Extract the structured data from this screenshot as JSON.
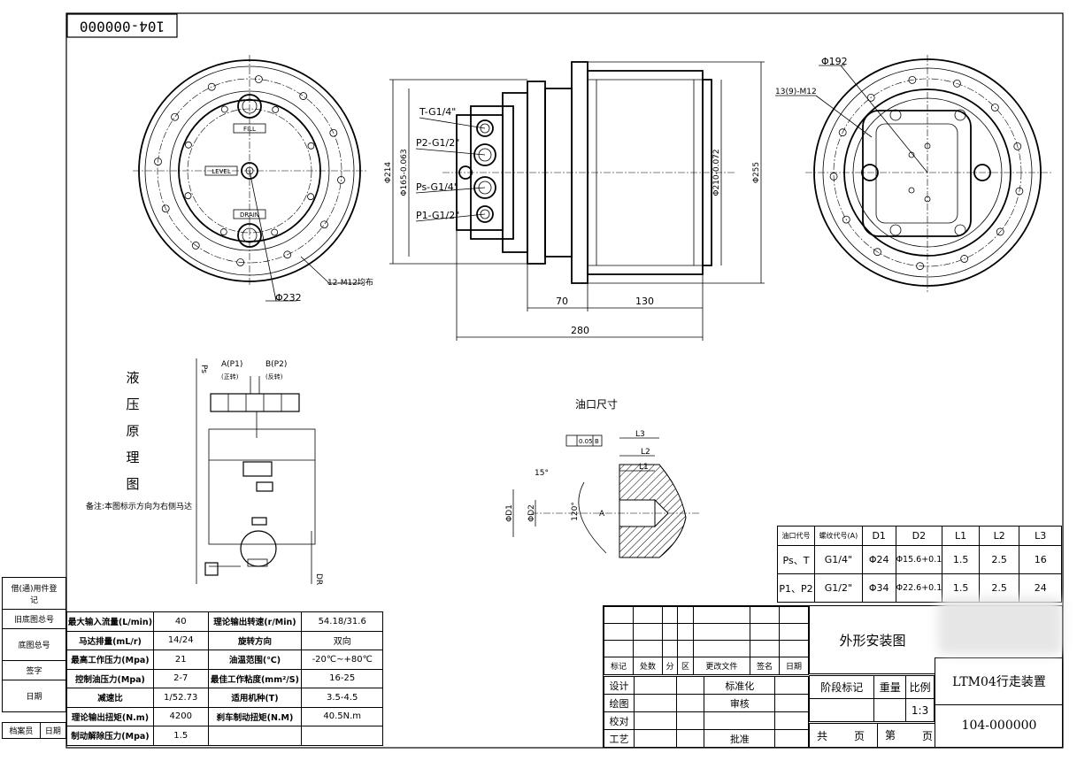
{
  "drawing_no_box": "104-000000",
  "labels": {
    "fill": "FILL",
    "level": "LEVEL",
    "drain": "DRAIN",
    "dia232": "Φ232",
    "bolt12": "12-M12均布",
    "port_t": "T-G1/4\"",
    "port_p2": "P2-G1/2\"",
    "port_ps": "Ps-G1/4\"",
    "port_p1": "P1-G1/2\"",
    "dia214": "Φ214",
    "dia165": "Φ165-0.063",
    "dia210": "Φ210-0.072",
    "dia255": "Φ255",
    "dim70": "70",
    "dim130": "130",
    "dim280": "280",
    "dia192": "Φ192",
    "bolt13": "13(9)-M12",
    "hyd_title": [
      "液",
      "压",
      "原",
      "理",
      "图"
    ],
    "hyd_note": "备注:本图标示方向为右侧马达",
    "hyd_ps": "Ps",
    "hyd_a": "A(P1)",
    "hyd_b": "B(P2)",
    "hyd_forward": "(正转)",
    "hyd_reverse": "(反转)",
    "hyd_dr": "DR",
    "port_title": "油口尺寸",
    "l1": "L1",
    "l2": "L2",
    "l3": "L3",
    "d1": "ΦD1",
    "d2": "ΦD2",
    "angle15": "15°",
    "angle120": "120°",
    "tol": "0.05",
    "datum": "B",
    "letter_a": "A"
  },
  "left_block": [
    "借(通)用件登记",
    "旧底图总号",
    "底图总号",
    "签字",
    "日期",
    "档案员",
    "日期"
  ],
  "spec_table": [
    [
      "最大输入流量(L/min)",
      "40",
      "理论输出转速(r/Min)",
      "54.18/31.6"
    ],
    [
      "马达排量(mL/r)",
      "14/24",
      "旋转方向",
      "双向"
    ],
    [
      "最高工作压力(Mpa)",
      "21",
      "油温范围(℃)",
      "-20℃~+80℃"
    ],
    [
      "控制油压力(Mpa)",
      "2-7",
      "最佳工作粘度(mm²/S)",
      "16-25"
    ],
    [
      "减速比",
      "1/52.73",
      "适用机种(T)",
      "3.5-4.5"
    ],
    [
      "理论输出扭矩(N.m)",
      "4200",
      "刹车制动扭矩(N.M)",
      "40.5N.m"
    ],
    [
      "制动解除压力(Mpa)",
      "1.5",
      "",
      ""
    ]
  ],
  "port_table": {
    "headers": [
      "油口代号",
      "螺纹代号(A)",
      "D1",
      "D2",
      "L1",
      "L2",
      "L3"
    ],
    "rows": [
      [
        "Ps、T",
        "G1/4\"",
        "Φ24",
        "Φ15.6+0.1",
        "1.5",
        "2.5",
        "16"
      ],
      [
        "P1、P2",
        "G1/2\"",
        "Φ34",
        "Φ22.6+0.1",
        "1.5",
        "2.5",
        "24"
      ]
    ]
  },
  "title_block": {
    "rev_headers": [
      "标记",
      "处数",
      "分",
      "区",
      "更改文件",
      "签名",
      "日期"
    ],
    "roles": [
      "设计",
      "绘图",
      "校对",
      "工艺"
    ],
    "roles2": [
      "标准化",
      "审核",
      "",
      "批准"
    ],
    "drawing_title": "外形安装图",
    "stage_mark": "阶段标记",
    "weight": "重量",
    "scale_label": "比例",
    "scale": "1:3",
    "total": "共",
    "page": "页",
    "nth": "第",
    "product": "LTM04行走装置",
    "number": "104-000000"
  }
}
